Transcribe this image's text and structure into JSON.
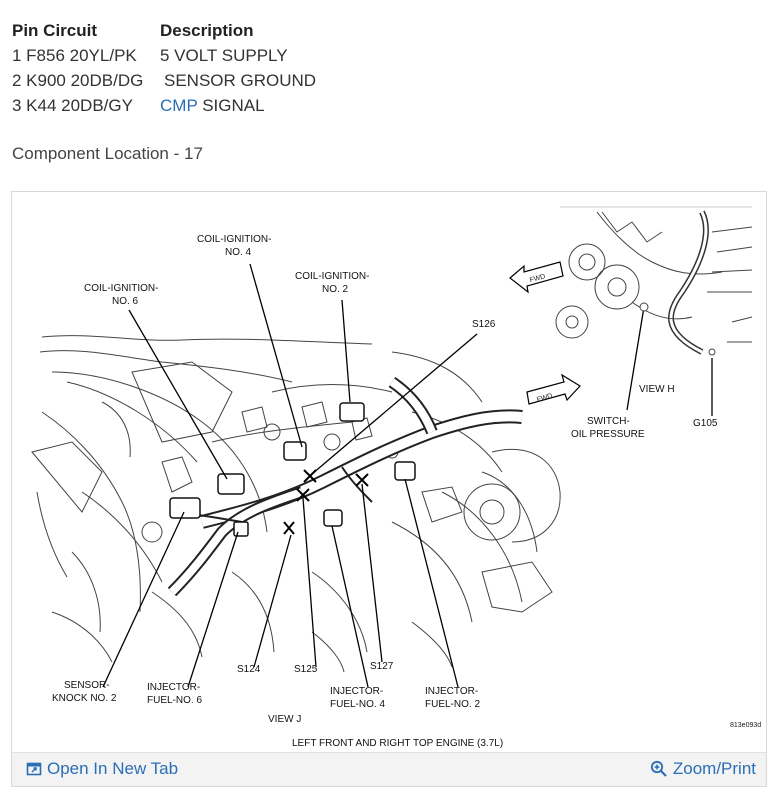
{
  "pin_table": {
    "header_pin": "Pin Circuit",
    "header_desc": "Description",
    "rows": [
      {
        "pin": "1 F856 20YL/PK",
        "desc": "5 VOLT SUPPLY",
        "desc_link": ""
      },
      {
        "pin": "2 K900 20DB/DG",
        "desc": "SENSOR GROUND",
        "desc_link": ""
      },
      {
        "pin": "3 K44 20DB/GY",
        "desc": " SIGNAL",
        "desc_link": "CMP"
      }
    ]
  },
  "component_location": "Component Location - 17",
  "diagram": {
    "labels": {
      "coil4_a": "COIL-IGNITION-",
      "coil4_b": "NO. 4",
      "coil6_a": "COIL-IGNITION-",
      "coil6_b": "NO. 6",
      "coil2_a": "COIL-IGNITION-",
      "coil2_b": "NO. 2",
      "s126": "S126",
      "fwd1": "FWD",
      "fwd2": "FWD",
      "view_h": "VIEW H",
      "switch_a": "SWITCH-",
      "switch_b": "OIL PRESSURE",
      "g105": "G105",
      "s124": "S124",
      "s125": "S125",
      "s127": "S127",
      "knock_a": "SENSOR-",
      "knock_b": "KNOCK NO. 2",
      "inj6_a": "INJECTOR-",
      "inj6_b": "FUEL-NO. 6",
      "inj4_a": "INJECTOR-",
      "inj4_b": "FUEL-NO. 4",
      "inj2_a": "INJECTOR-",
      "inj2_b": "FUEL-NO. 2",
      "view_j": "VIEW J",
      "ref": "813e093d",
      "caption": "LEFT FRONT AND RIGHT TOP ENGINE  (3.7L)"
    }
  },
  "footer": {
    "open_tab": "Open In New Tab",
    "zoom": "Zoom/Print",
    "open_tab_icon": "external-tab-icon",
    "zoom_icon": "magnifier-plus-icon"
  }
}
